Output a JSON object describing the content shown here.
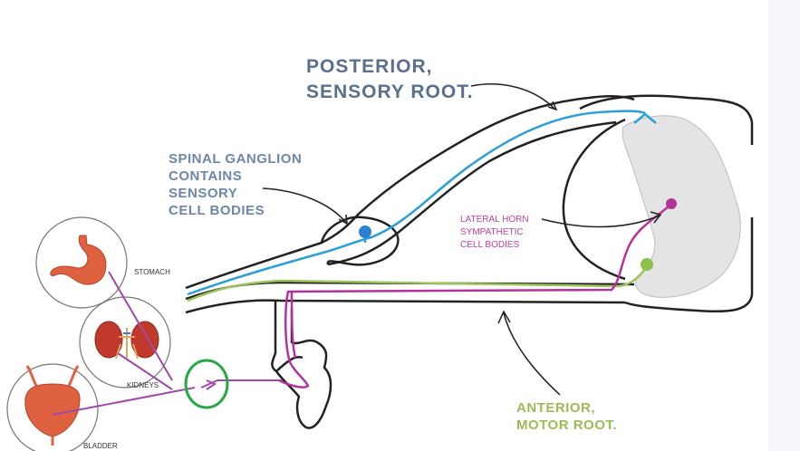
{
  "labels": {
    "posterior_line1": "POSTERIOR,",
    "posterior_line2": "SENSORY ROOT.",
    "ganglion_line1": "SPINAL GANGLION",
    "ganglion_line2": "CONTAINS",
    "ganglion_line3": "SENSORY",
    "ganglion_line4": "CELL BODIES",
    "lateral_line1": "LATERAL HORN",
    "lateral_line2": "SYMPATHETIC",
    "lateral_line3": "CELL BODIES",
    "anterior_line1": "ANTERIOR,",
    "anterior_line2": "MOTOR ROOT."
  },
  "organs": {
    "stomach": "STOMACH",
    "kidneys": "KIDNEYS",
    "bladder": "BLADDER"
  },
  "colors": {
    "sensory_fiber": "#2a9fd8",
    "sympathetic_fiber": "#b3329b",
    "motor_fiber": "#9cc45a",
    "organ_link": "#a04aa8",
    "highlight_circle": "#27a844",
    "gray_matter": "#e4e4e4"
  }
}
